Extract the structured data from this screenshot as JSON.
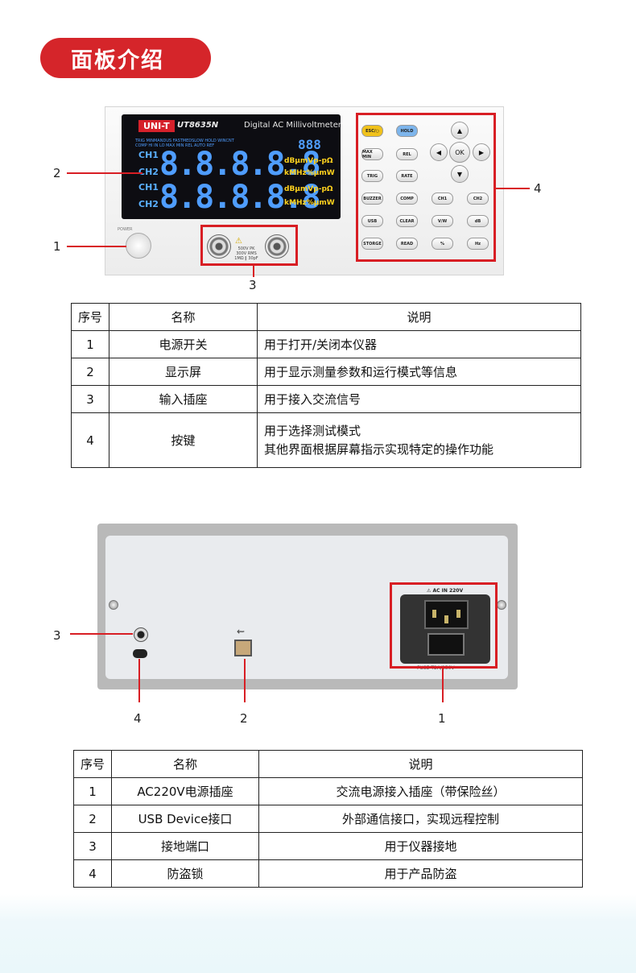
{
  "header": {
    "title": "面板介绍"
  },
  "front_panel": {
    "brand": "UNI-T",
    "model": "UT8635N",
    "display_title": "Digital AC Millivoltmeter",
    "ch_labels": [
      "CH1",
      "CH2",
      "CH1",
      "CH2"
    ],
    "main_digits": "8.8.8.8.8",
    "small_digits": "888",
    "units": [
      "dBμmVp-pΩ",
      "kMHz%μmW",
      "dBμmVp-pΩ",
      "kMHz%μmW"
    ],
    "status_line": "TRIG MINMANDUS FASTMEDSLOW HOLD WINCNT",
    "status_line2": "COMP HI IN LO MAX MIN REL AUTO REF",
    "power_label": "POWER",
    "input_warning": "500V PK 300V RMS 1MΩ ‖ 30pF",
    "keys": [
      [
        "ESC/○",
        "HOLD"
      ],
      [
        "MAX MIN",
        "REL"
      ],
      [
        "TRIG",
        "RATE"
      ],
      [
        "BUZZER",
        "COMP",
        "CH1",
        "CH2"
      ],
      [
        "USB",
        "CLEAR",
        "V/W",
        "dB"
      ],
      [
        "STORGE",
        "READ",
        "%",
        "Hz"
      ]
    ],
    "dpad": {
      "center": "OK",
      "up": "▲",
      "down": "▼",
      "left": "◀",
      "right": "▶"
    },
    "callouts": [
      "1",
      "2",
      "3",
      "4"
    ]
  },
  "table1": {
    "headers": [
      "序号",
      "名称",
      "说明"
    ],
    "rows": [
      [
        "1",
        "电源开关",
        "用于打开/关闭本仪器"
      ],
      [
        "2",
        "显示屏",
        "用于显示测量参数和运行模式等信息"
      ],
      [
        "3",
        "输入插座",
        "用于接入交流信号"
      ],
      [
        "4",
        "按键",
        "用于选择测试模式",
        "其他界面根据屏幕指示实现特定的操作功能"
      ]
    ]
  },
  "back_panel": {
    "ac_label": "AC IN 220V",
    "fuse_label": "FUSE T2A/250V",
    "callouts": [
      "3",
      "4",
      "2",
      "1"
    ]
  },
  "table2": {
    "headers": [
      "序号",
      "名称",
      "说明"
    ],
    "rows": [
      [
        "1",
        "AC220V电源插座",
        "交流电源接入插座（带保险丝）"
      ],
      [
        "2",
        "USB Device接口",
        "外部通信接口，实现远程控制"
      ],
      [
        "3",
        "接地端口",
        "用于仪器接地"
      ],
      [
        "4",
        "防盗锁",
        "用于产品防盗"
      ]
    ]
  },
  "colors": {
    "accent": "#d5252a",
    "callout_line": "#d81e24",
    "lcd_blue": "#4f9dff",
    "lcd_yellow": "#ffd21e"
  }
}
